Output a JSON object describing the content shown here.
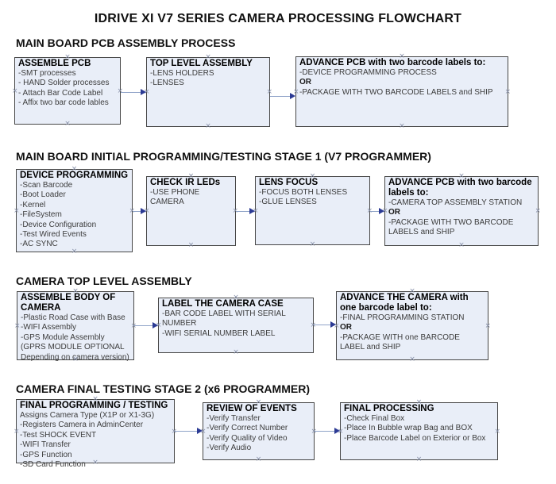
{
  "title": "IDRIVE XI V7 SERIES CAMERA PROCESSING FLOWCHART",
  "icons": {
    "connection_handle": "×"
  },
  "colors": {
    "box_fill": "#e9eef8",
    "box_border": "#474747",
    "connector_line": "#8fa3c8",
    "connector_arrow": "#2b3a94",
    "handle": "#8a93ab"
  },
  "sections": [
    {
      "heading": "MAIN BOARD PCB ASSEMBLY PROCESS",
      "boxes": [
        {
          "title": "ASSEMBLE PCB",
          "items": [
            "-SMT processes",
            "- HAND Solder processes",
            "- Attach Bar Code Label",
            "- Affix two bar code lables"
          ]
        },
        {
          "title": "TOP LEVEL ASSEMBLY",
          "items": [
            "-LENS HOLDERS",
            "-LENSES"
          ]
        },
        {
          "title": "ADVANCE PCB with two barcode labels to:",
          "items": [
            "-DEVICE PROGRAMMING PROCESS",
            "OR",
            "-PACKAGE WITH TWO BARCODE LABELS and SHIP"
          ]
        }
      ]
    },
    {
      "heading": "MAIN BOARD INITIAL PROGRAMMING/TESTING STAGE 1 (V7 PROGRAMMER)",
      "boxes": [
        {
          "title": "DEVICE PROGRAMMING",
          "items": [
            "-Scan Barcode",
            "-Boot Loader",
            "-Kernel",
            "-FileSystem",
            "-Device Configuration",
            "-Test Wired Events",
            "-AC SYNC"
          ]
        },
        {
          "title": "CHECK IR LEDs",
          "items": [
            "-USE PHONE CAMERA"
          ]
        },
        {
          "title": "LENS FOCUS",
          "items": [
            "-FOCUS BOTH LENSES",
            "-GLUE LENSES"
          ]
        },
        {
          "title": "ADVANCE PCB with two barcode labels to:",
          "items": [
            "-CAMERA TOP ASSEMBLY STATION",
            "OR",
            "-PACKAGE WITH TWO BARCODE LABELS and SHIP"
          ]
        }
      ]
    },
    {
      "heading": "CAMERA TOP LEVEL ASSEMBLY",
      "boxes": [
        {
          "title": "ASSEMBLE BODY OF CAMERA",
          "items": [
            "-Plastic Road Case with Base",
            "-WIFI Assembly",
            "-GPS Module Assembly",
            "(GPRS MODULE OPTIONAL",
            "Depending on camera version)"
          ]
        },
        {
          "title": "LABEL THE CAMERA CASE",
          "items": [
            "-BAR CODE LABEL WITH SERIAL NUMBER",
            "-WIFI SERIAL NUMBER LABEL"
          ]
        },
        {
          "title": "ADVANCE THE CAMERA with one barcode label to:",
          "items": [
            "-FINAL PROGRAMMING STATION",
            "OR",
            "-PACKAGE WITH one BARCODE LABEL and SHIP"
          ]
        }
      ]
    },
    {
      "heading": "CAMERA FINAL TESTING STAGE 2 (x6 PROGRAMMER)",
      "boxes": [
        {
          "title": "FINAL PROGRAMMING / TESTING",
          "items": [
            "Assigns Camera Type (X1P or X1-3G)",
            "-Registers Camera in AdminCenter",
            "-Test SHOCK EVENT",
            "-WIFI Transfer",
            "-GPS Function",
            "-SD Card Function"
          ]
        },
        {
          "title": "REVIEW OF EVENTS",
          "items": [
            "-Verify Transfer",
            "-Verify Correct Number",
            "-Verify Quality of Video",
            "-Verify Audio"
          ]
        },
        {
          "title": "FINAL PROCESSING",
          "items": [
            " -Check Final Box",
            "-Place In Bubble wrap Bag and BOX",
            "-Place Barcode Label on Exterior or Box"
          ]
        }
      ]
    }
  ]
}
